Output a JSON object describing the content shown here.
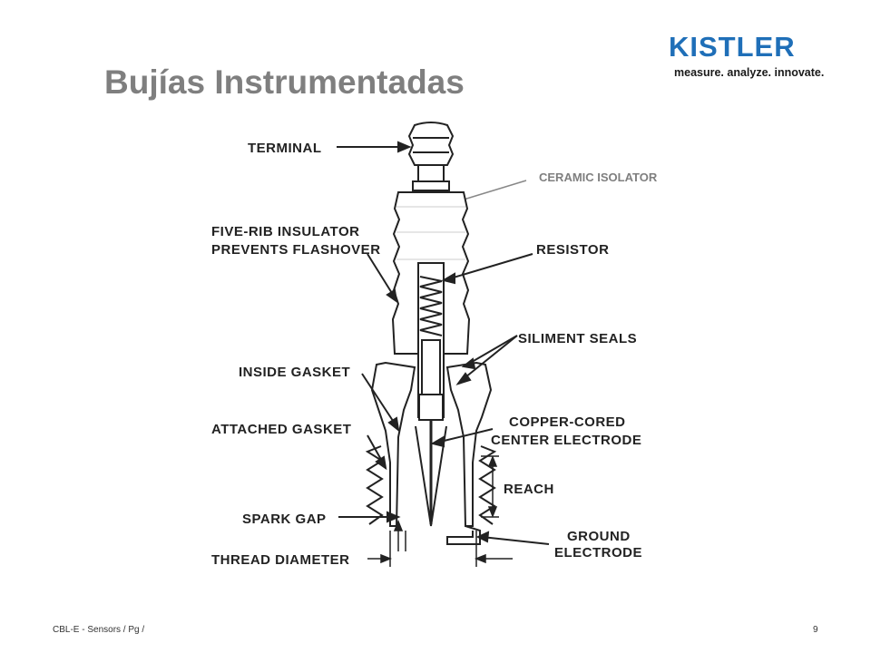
{
  "slide": {
    "title": "Bujías Instrumentadas",
    "logo": {
      "brand": "KISTLER",
      "tagline": "measure. analyze. innovate."
    },
    "callout": "CERAMIC ISOLATOR",
    "labels": {
      "terminal": "TERMINAL",
      "five_rib_1": "FIVE-RIB INSULATOR",
      "five_rib_2": "PREVENTS FLASHOVER",
      "resistor": "RESISTOR",
      "siliment": "SILIMENT SEALS",
      "inside_gasket": "INSIDE GASKET",
      "attached_gasket": "ATTACHED GASKET",
      "copper_1": "COPPER-CORED",
      "copper_2": "CENTER ELECTRODE",
      "reach": "REACH",
      "spark_gap": "SPARK GAP",
      "ground_1": "GROUND",
      "ground_2": "ELECTRODE",
      "thread": "THREAD DIAMETER"
    },
    "footer": {
      "left": "CBL-E - Sensors / Pg /",
      "page": "9"
    },
    "colors": {
      "title": "#7f7f7f",
      "brand": "#1f6fb8"
    }
  }
}
